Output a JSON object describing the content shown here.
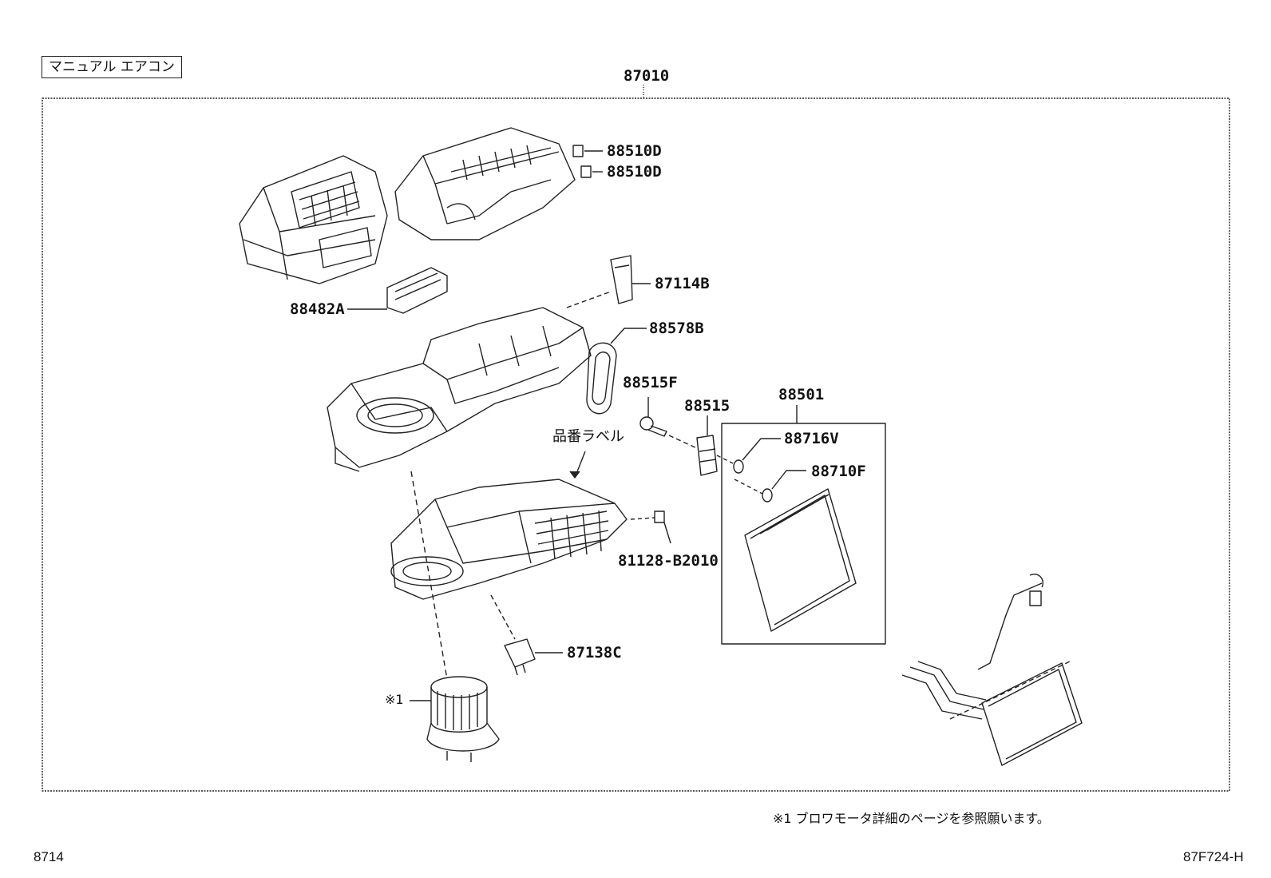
{
  "header": {
    "badge": "マニュアル エアコン",
    "assembly_number": "87010"
  },
  "parts": {
    "p88510D_a": "88510D",
    "p88510D_b": "88510D",
    "p87114B": "87114B",
    "p88482A": "88482A",
    "p88578B": "88578B",
    "p88515F": "88515F",
    "p88515": "88515",
    "p88501": "88501",
    "p88716V": "88716V",
    "p88710F": "88710F",
    "label_tag": "品番ラベル",
    "p81128": "81128-B2010",
    "p87138C": "87138C",
    "ref1": "※1"
  },
  "footer": {
    "note": "※1 ブロワモータ詳細のページを参照願います。",
    "page_left": "8714",
    "page_right": "87F724-H"
  }
}
